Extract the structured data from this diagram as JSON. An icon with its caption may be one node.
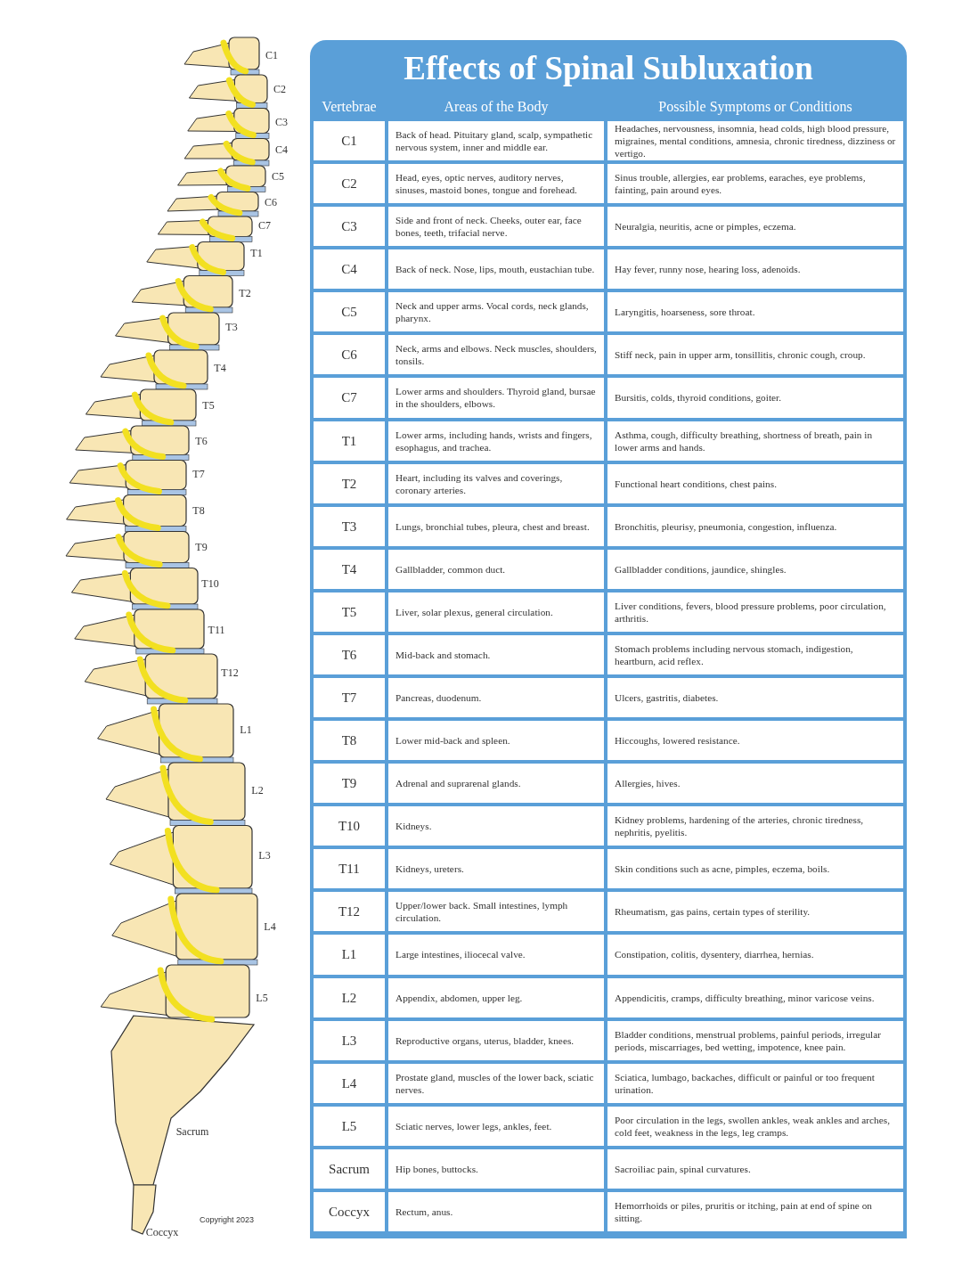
{
  "diagram": {
    "title": "Effects of Spinal Subluxation",
    "labels": [
      "C1",
      "C2",
      "C3",
      "C4",
      "C5",
      "C6",
      "C7",
      "T1",
      "T2",
      "T3",
      "T4",
      "T5",
      "T6",
      "T7",
      "T8",
      "T9",
      "T10",
      "T11",
      "T12",
      "L1",
      "L2",
      "L3",
      "L4",
      "L5",
      "Sacrum",
      "Coccyx",
      "Copyright 2023",
      "Vertebrae",
      "Areas of the Body",
      "Possible Symptoms or Conditions",
      "C1",
      "Back of head. Pituitary gland, scalp, sympathetic nervous system, inner and middle ear.",
      "Headaches, nervousness, insomnia, head colds, high blood pressure, migraines, mental conditions, amnesia, chronic tiredness, dizziness or vertigo.",
      "C2",
      "Head, eyes, optic nerves, auditory nerves, sinuses, mastoid bones, tongue and forehead.",
      "Sinus trouble, allergies, ear problems, earaches, eye problems, fainting, pain around eyes.",
      "C3",
      "Side and front of neck. Cheeks, outer ear, face bones, teeth, trifacial nerve.",
      "Neuralgia, neuritis, acne or pimples, eczema.",
      "C4",
      "Back of neck. Nose, lips, mouth, eustachian tube.",
      "Hay fever, runny nose, hearing loss, adenoids.",
      "C5",
      "Neck and upper arms. Vocal cords, neck glands, pharynx.",
      "Laryngitis, hoarseness, sore throat.",
      "C6",
      "Neck, arms and elbows. Neck muscles, shoulders, tonsils.",
      "Stiff neck, pain in upper arm, tonsillitis, chronic cough, croup.",
      "C7",
      "Lower arms and shoulders. Thyroid gland, bursae in the shoulders, elbows.",
      "Bursitis, colds, thyroid conditions, goiter.",
      "T1",
      "Lower arms, including hands, wrists and fingers, esophagus, and trachea.",
      "Asthma, cough, difficulty breathing, shortness of breath, pain in lower arms and hands.",
      "T2",
      "Heart, including its valves and coverings, coronary arteries.",
      "Functional heart conditions, chest pains.",
      "T3",
      "Lungs, bronchial tubes, pleura, chest and breast.",
      "Bronchitis, pleurisy, pneumonia, congestion, influenza.",
      "T4",
      "Gallbladder, common duct.",
      "Gallbladder conditions, jaundice, shingles.",
      "T5",
      "Liver, solar plexus, general circulation.",
      "Liver conditions, fevers, blood pressure problems, poor circulation, arthritis.",
      "T6",
      "Mid-back and stomach.",
      "Stomach problems including nervous stomach, indigestion, heartburn, acid reflex.",
      "T7",
      "Pancreas, duodenum.",
      "Ulcers, gastritis, diabetes.",
      "T8",
      "Lower mid-back and spleen.",
      "Hiccoughs, lowered resistance.",
      "T9",
      "Adrenal and suprarenal glands.",
      "Allergies, hives.",
      "T10",
      "Kidneys.",
      "Kidney problems, hardening of the arteries, chronic tiredness, nephritis, pyelitis.",
      "T11",
      "Kidneys, ureters.",
      "Skin conditions such as acne, pimples, eczema, boils.",
      "T12",
      "Upper/lower back. Small intestines, lymph circulation.",
      "Rheumatism, gas pains, certain types of sterility.",
      "L1",
      "Large intestines, iliocecal valve.",
      "Constipation, colitis, dysentery, diarrhea, hernias.",
      "L2",
      "Appendix, abdomen, upper leg.",
      "Appendicitis, cramps, difficulty breathing, minor varicose veins.",
      "L3",
      "Reproductive organs, uterus, bladder, knees.",
      "Bladder conditions, menstrual problems, painful periods, irregular periods, miscarriages, bed wetting, impotence, knee pain.",
      "L4",
      "Prostate gland, muscles of the lower back, sciatic nerves.",
      "Sciatica, lumbago, backaches, difficult or painful or too frequent urination.",
      "L5",
      "Sciatic nerves, lower legs, ankles, feet.",
      "Poor circulation in the legs, swollen ankles, weak ankles and arches, cold feet, weakness in the legs, leg cramps.",
      "Sacrum",
      "Hip bones, buttocks.",
      "Sacroiliac pain, spinal curvatures.",
      "Coccyx",
      "Rectum, anus.",
      "Hemorrhoids or piles, pruritis or itching, pain at end of spine on sitting."
    ]
  }
}
